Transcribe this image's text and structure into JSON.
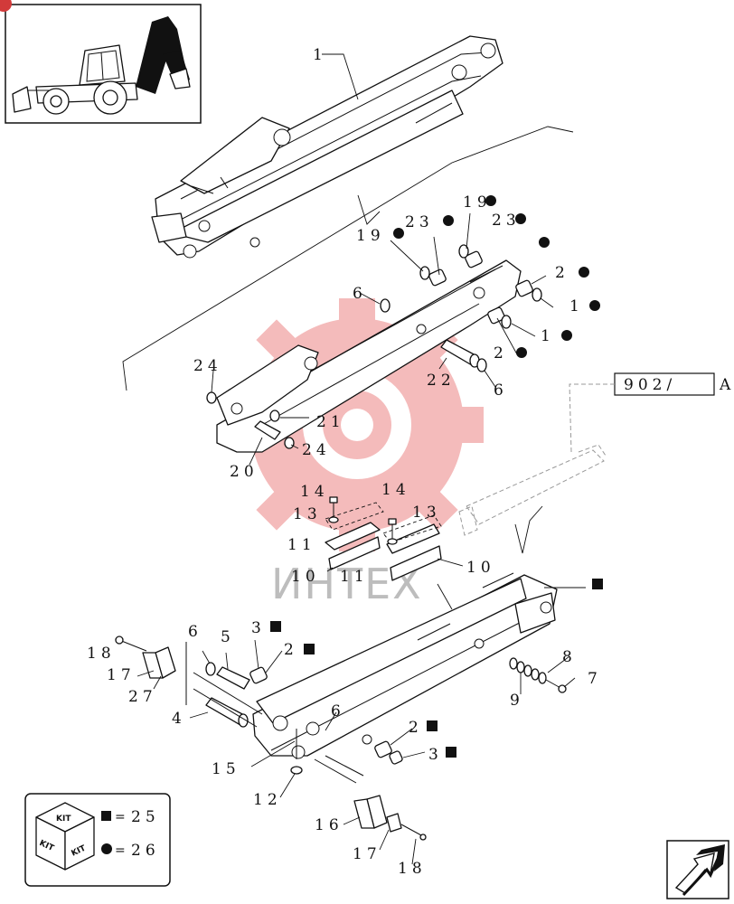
{
  "watermark_text": "ИНТЕХ",
  "ref_box": {
    "text": "902/",
    "suffix": "A"
  },
  "kit_icon": {
    "label": "KIT",
    "square_value": "25",
    "circle_value": "26"
  },
  "labels": {
    "p1": "1",
    "p19a": "19",
    "p19b": "19",
    "p23a": "23",
    "p23b": "23",
    "p2a": "2",
    "p1a": "1",
    "p1b": "1",
    "p2b": "2",
    "p6a": "6",
    "p6b": "6",
    "p22": "22",
    "p24a": "24",
    "p24b": "24",
    "p21": "21",
    "p20": "20",
    "p14a": "14",
    "p14b": "14",
    "p13a": "13",
    "p13b": "13",
    "p11a": "11",
    "p11b": "11",
    "p10a": "10",
    "p10b": "10",
    "p6c": "6",
    "p5": "5",
    "p3a": "3",
    "p2c": "2",
    "p18a": "18",
    "p17a": "17",
    "p27": "27",
    "p4": "4",
    "p8": "8",
    "p7": "7",
    "p9": "9",
    "p6d": "6",
    "p2d": "2",
    "p3b": "3",
    "p15": "15",
    "p12": "12",
    "p16": "16",
    "p17b": "17",
    "p18b": "18"
  }
}
